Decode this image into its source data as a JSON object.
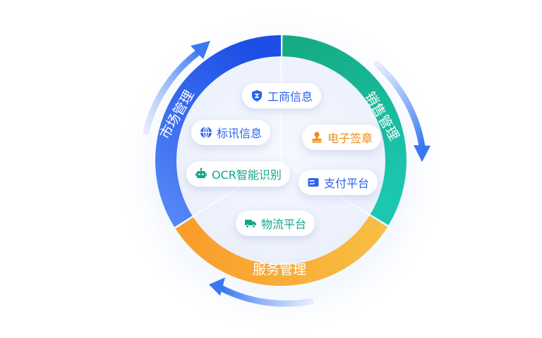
{
  "segments": {
    "market": {
      "label": "市场管理",
      "color": "#2a62ee"
    },
    "sales": {
      "label": "销售管理",
      "color": "#10b391"
    },
    "service": {
      "label": "服务管理",
      "color": "#f6a12f"
    }
  },
  "items": {
    "business_info": {
      "label": "工商信息",
      "icon": "shield-icon",
      "color": "#2a62ee"
    },
    "bidding_info": {
      "label": "标讯信息",
      "icon": "globe-icon",
      "color": "#2a62ee"
    },
    "ocr": {
      "label": "OCR智能识别",
      "icon": "robot-icon",
      "color": "#10a884"
    },
    "e_signature": {
      "label": "电子签章",
      "icon": "stamp-icon",
      "color": "#f08c17"
    },
    "payment": {
      "label": "支付平台",
      "icon": "wallet-icon",
      "color": "#2a62ee"
    },
    "logistics": {
      "label": "物流平台",
      "icon": "truck-icon",
      "color": "#10a884"
    }
  }
}
